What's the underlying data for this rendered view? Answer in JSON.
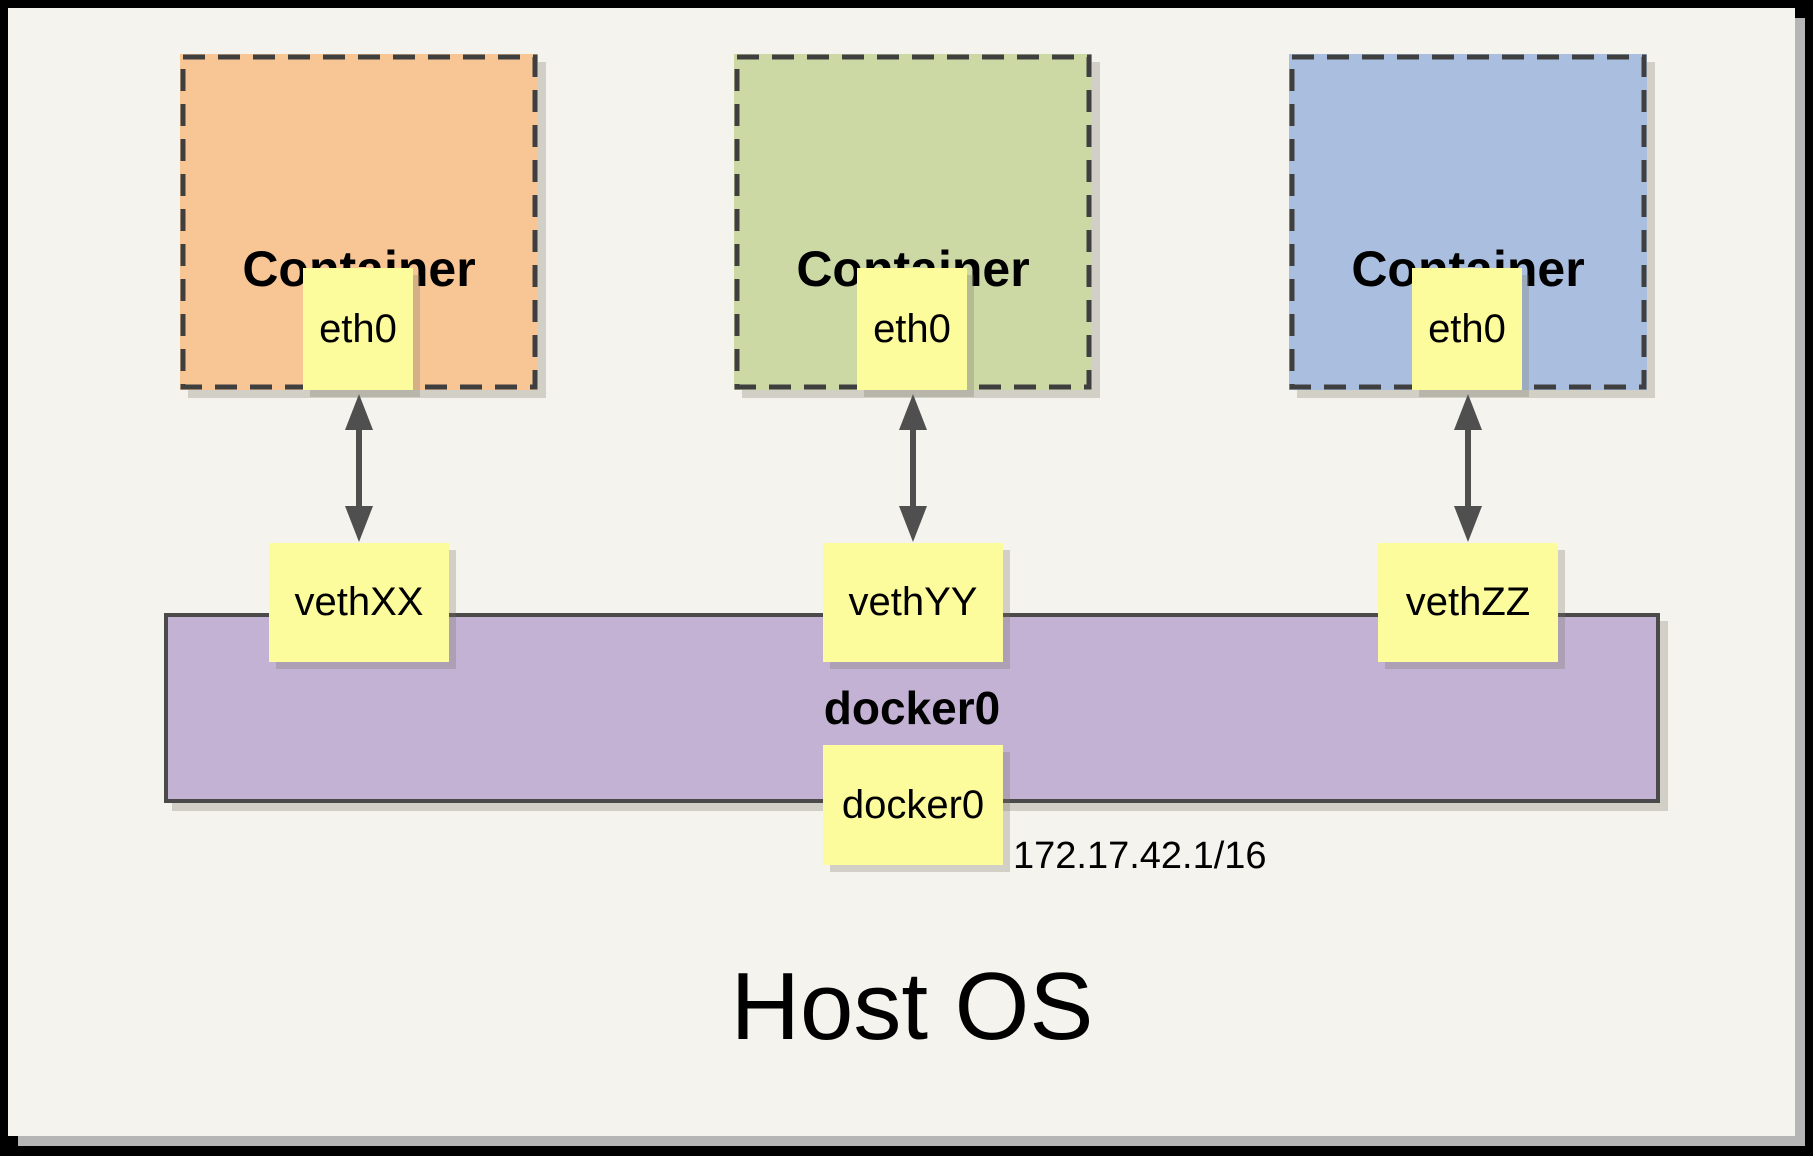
{
  "diagram": {
    "containers": [
      {
        "label": "Container",
        "interface": "eth0",
        "fill_color": "#f8c695"
      },
      {
        "label": "Container",
        "interface": "eth0",
        "fill_color": "#cdd9a5"
      },
      {
        "label": "Container",
        "interface": "eth0",
        "fill_color": "#aabfdf"
      }
    ],
    "veth_interfaces": [
      "vethXX",
      "vethYY",
      "vethZZ"
    ],
    "bridge": {
      "label": "docker0",
      "interface": "docker0",
      "ip_address": "172.17.42.1/16",
      "fill_color": "#c3b2d3"
    },
    "host_label": "Host OS",
    "colors": {
      "background": "#f5f3ee",
      "interface_yellow": "#fdfc9d",
      "dashed_border": "#3f3f3f",
      "arrow_gray": "#4f4f4f",
      "frame_black": "#000000",
      "canvas_shadow_gray": "#b5b5b5"
    }
  }
}
